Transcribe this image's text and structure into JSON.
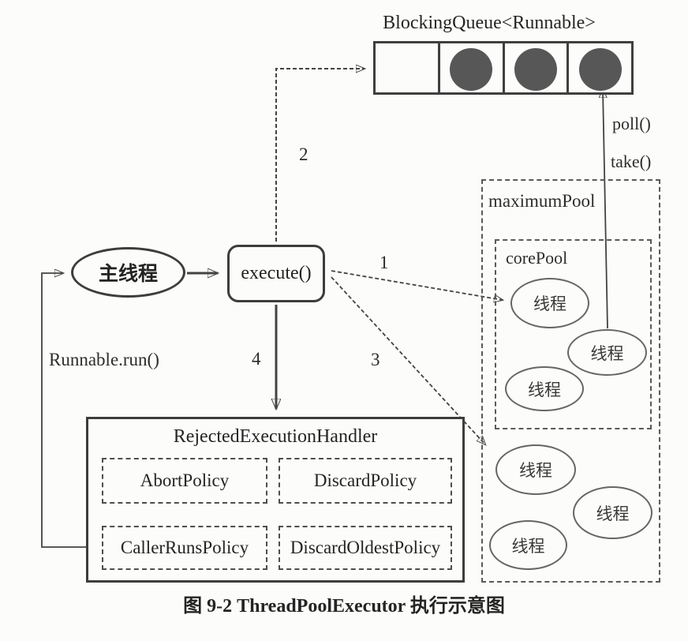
{
  "diagram": {
    "queue": {
      "title": "BlockingQueue<Runnable>",
      "cells_filled": [
        false,
        true,
        true,
        true
      ],
      "poll_label": "poll()",
      "take_label": "take()"
    },
    "main_thread_label": "主线程",
    "execute_label": "execute()",
    "runnable_run_label": "Runnable.run()",
    "step_numbers": {
      "one": "1",
      "two": "2",
      "three": "3",
      "four": "4"
    },
    "pools": {
      "maximum_label": "maximumPool",
      "core_label": "corePool",
      "core_threads": [
        "线程",
        "线程",
        "线程"
      ],
      "extra_threads": [
        "线程",
        "线程",
        "线程"
      ]
    },
    "handler": {
      "title": "RejectedExecutionHandler",
      "policies": [
        "AbortPolicy",
        "DiscardPolicy",
        "CallerRunsPolicy",
        "DiscardOldestPolicy"
      ]
    },
    "caption": "图 9-2  ThreadPoolExecutor 执行示意图",
    "colors": {
      "line": "#434343",
      "task_circle": "#575757",
      "background": "#fcfcfa"
    }
  }
}
